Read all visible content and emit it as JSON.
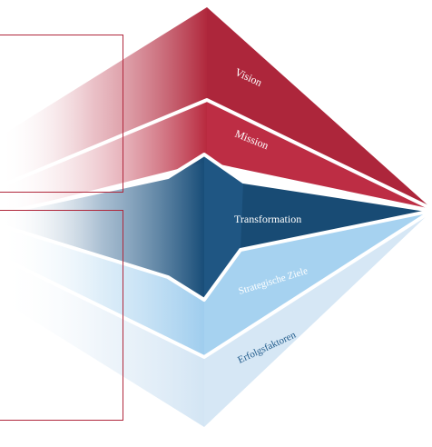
{
  "layers": [
    {
      "label": "Vision"
    },
    {
      "label": "Mission"
    },
    {
      "label": "Transformation"
    },
    {
      "label": "Strategische Ziele"
    },
    {
      "label": "Erfolgsfaktoren"
    }
  ],
  "colors": {
    "red": "#b0283c",
    "red_dark": "#8f1c2e",
    "blue_dark": "#12466e",
    "blue_light": "#a9d3ef",
    "blue_pale": "#dbeaf6",
    "box_border": "#b0283c"
  }
}
